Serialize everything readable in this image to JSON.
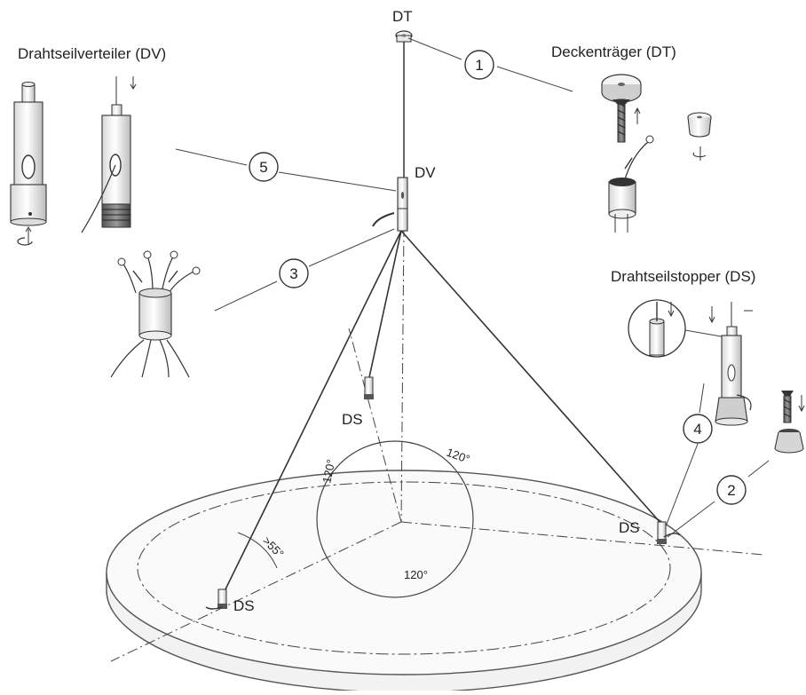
{
  "labels": {
    "dt_top": "DT",
    "dv": "DV",
    "ds_center": "DS",
    "ds_right": "DS",
    "ds_left": "DS",
    "title_dv": "Drahtseilverteiler (DV)",
    "title_dt": "Deckenträger (DT)",
    "title_ds": "Drahtseilstopper (DS)"
  },
  "callouts": [
    "1",
    "2",
    "3",
    "4",
    "5"
  ],
  "angles": {
    "a1": "120°",
    "a2": "120°",
    "a3": "120°",
    "a4": ">55°"
  }
}
